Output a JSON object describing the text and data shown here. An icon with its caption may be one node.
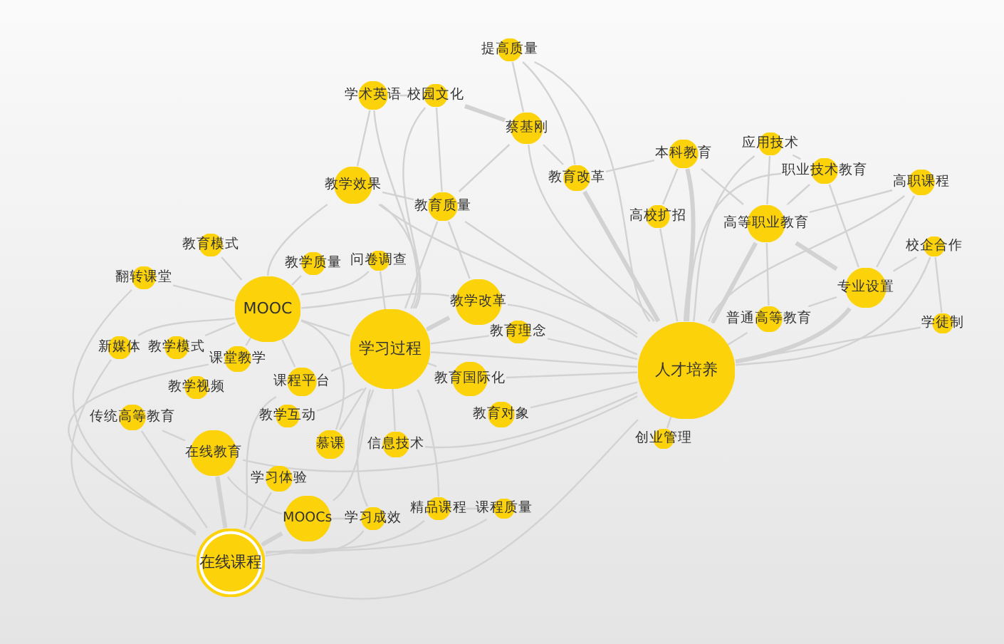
{
  "diagram": {
    "nodes": [
      {
        "text": [
          "提高质量"
        ]
      },
      {
        "text": [
          "学术英语"
        ]
      },
      {
        "text": [
          "校园文化"
        ]
      },
      {
        "text": [
          "蔡基刚"
        ]
      },
      {
        "text": [
          "教学效果"
        ]
      },
      {
        "text": [
          "教育质量"
        ]
      },
      {
        "text": [
          "教育改革"
        ]
      },
      {
        "text": [
          "本科教育"
        ]
      },
      {
        "text": [
          "应用技术"
        ]
      },
      {
        "text": [
          "职业技术教育"
        ]
      },
      {
        "text": [
          "高职课程"
        ]
      },
      {
        "text": [
          "高校扩招"
        ]
      },
      {
        "text": [
          "高等职业教育"
        ]
      },
      {
        "text": [
          "校企合作"
        ]
      },
      {
        "text": [
          "教育模式"
        ]
      },
      {
        "text": [
          "翻转课堂"
        ]
      },
      {
        "text": [
          "教学质量"
        ]
      },
      {
        "text": [
          "问卷调查"
        ]
      },
      {
        "text": [
          "MOOC"
        ]
      },
      {
        "text": [
          "教学改革"
        ]
      },
      {
        "text": [
          "专业设置"
        ]
      },
      {
        "text": [
          "学徒制"
        ]
      },
      {
        "text": [
          "新媒体"
        ]
      },
      {
        "text": [
          "教学模式"
        ]
      },
      {
        "text": [
          "课堂教学"
        ]
      },
      {
        "text": [
          "学习过程"
        ]
      },
      {
        "text": [
          "教育理念"
        ]
      },
      {
        "text": [
          "普通高等教育"
        ]
      },
      {
        "text": [
          "人才培养"
        ]
      },
      {
        "text": [
          "教学视频"
        ]
      },
      {
        "text": [
          "课程平台"
        ]
      },
      {
        "text": [
          "教育国际化"
        ]
      },
      {
        "text": [
          "教育对象"
        ]
      },
      {
        "text": [
          "传统高等教育"
        ]
      },
      {
        "text": [
          "教学互动"
        ]
      },
      {
        "text": [
          "创业管理"
        ]
      },
      {
        "text": [
          "在线教育"
        ]
      },
      {
        "text": [
          "慕课"
        ]
      },
      {
        "text": [
          "信息技术"
        ]
      },
      {
        "text": [
          "学习体验"
        ]
      },
      {
        "text": [
          "MOOCs"
        ]
      },
      {
        "text": [
          "学习成效"
        ]
      },
      {
        "text": [
          "精品课程"
        ]
      },
      {
        "text": [
          "课程质量"
        ]
      },
      {
        "text": [
          "在线课程"
        ]
      }
    ],
    "edges": [
      {
        "from": 28,
        "to": 6,
        "arrow": "none",
        "style": "thick"
      },
      {
        "from": 28,
        "to": 7,
        "arrow": "none",
        "style": "thick"
      },
      {
        "from": 28,
        "to": 11,
        "arrow": "none"
      },
      {
        "from": 28,
        "to": 12,
        "arrow": "none",
        "style": "thick"
      },
      {
        "from": 28,
        "to": 27,
        "arrow": "none"
      },
      {
        "from": 28,
        "to": 20,
        "arrow": "none",
        "style": "thick"
      },
      {
        "from": 28,
        "to": 8,
        "arrow": "none"
      },
      {
        "from": 28,
        "to": 9,
        "arrow": "none"
      },
      {
        "from": 28,
        "to": 13,
        "arrow": "none"
      },
      {
        "from": 28,
        "to": 21,
        "arrow": "none"
      },
      {
        "from": 28,
        "to": 10,
        "arrow": "none"
      },
      {
        "from": 28,
        "to": 19,
        "arrow": "none"
      },
      {
        "from": 28,
        "to": 25,
        "arrow": "none"
      },
      {
        "from": 28,
        "to": 31,
        "arrow": "none"
      },
      {
        "from": 28,
        "to": 32,
        "arrow": "none"
      },
      {
        "from": 28,
        "to": 35,
        "arrow": "none"
      },
      {
        "from": 28,
        "to": 0,
        "arrow": "none"
      },
      {
        "from": 28,
        "to": 3,
        "arrow": "none"
      },
      {
        "from": 28,
        "to": 4,
        "arrow": "none"
      },
      {
        "from": 28,
        "to": 5,
        "arrow": "none"
      },
      {
        "from": 28,
        "to": 36,
        "arrow": "none"
      },
      {
        "from": 28,
        "to": 44,
        "arrow": "none"
      },
      {
        "from": 28,
        "to": 26,
        "arrow": "none"
      },
      {
        "from": 28,
        "to": 38,
        "arrow": "none"
      },
      {
        "from": 44,
        "to": 36,
        "arrow": "none",
        "style": "thick"
      },
      {
        "from": 44,
        "to": 40,
        "arrow": "none",
        "style": "thick"
      },
      {
        "from": 44,
        "to": 33,
        "arrow": "none"
      },
      {
        "from": 44,
        "to": 15,
        "arrow": "none"
      },
      {
        "from": 44,
        "to": 22,
        "arrow": "none"
      },
      {
        "from": 44,
        "to": 24,
        "arrow": "none"
      },
      {
        "from": 44,
        "to": 30,
        "arrow": "none"
      },
      {
        "from": 44,
        "to": 39,
        "arrow": "none"
      },
      {
        "from": 44,
        "to": 41,
        "arrow": "none"
      },
      {
        "from": 44,
        "to": 42,
        "arrow": "none"
      },
      {
        "from": 44,
        "to": 43,
        "arrow": "none"
      },
      {
        "from": 18,
        "to": 25,
        "arrow": "none"
      },
      {
        "from": 18,
        "to": 14,
        "arrow": "none"
      },
      {
        "from": 18,
        "to": 15,
        "arrow": "none"
      },
      {
        "from": 18,
        "to": 16,
        "arrow": "none"
      },
      {
        "from": 18,
        "to": 17,
        "arrow": "none"
      },
      {
        "from": 18,
        "to": 24,
        "arrow": "none"
      },
      {
        "from": 18,
        "to": 30,
        "arrow": "none"
      },
      {
        "from": 18,
        "to": 37,
        "arrow": "none"
      },
      {
        "from": 18,
        "to": 4,
        "arrow": "none"
      },
      {
        "from": 18,
        "to": 22,
        "arrow": "none"
      },
      {
        "from": 18,
        "to": 23,
        "arrow": "none"
      },
      {
        "from": 18,
        "to": 19,
        "arrow": "none"
      },
      {
        "from": 25,
        "to": 19,
        "arrow": "none",
        "style": "thick"
      },
      {
        "from": 25,
        "to": 31,
        "arrow": "none"
      },
      {
        "from": 25,
        "to": 4,
        "arrow": "none"
      },
      {
        "from": 25,
        "to": 5,
        "arrow": "none"
      },
      {
        "from": 25,
        "to": 17,
        "arrow": "none"
      },
      {
        "from": 25,
        "to": 37,
        "arrow": "none"
      },
      {
        "from": 25,
        "to": 38,
        "arrow": "none"
      },
      {
        "from": 25,
        "to": 40,
        "arrow": "none"
      },
      {
        "from": 25,
        "to": 41,
        "arrow": "none"
      },
      {
        "from": 25,
        "to": 42,
        "arrow": "none"
      },
      {
        "from": 25,
        "to": 26,
        "arrow": "none"
      },
      {
        "from": 25,
        "to": 1,
        "arrow": "none"
      },
      {
        "from": 25,
        "to": 2,
        "arrow": "none"
      },
      {
        "from": 25,
        "to": 30,
        "arrow": "none"
      },
      {
        "from": 25,
        "to": 34,
        "arrow": "none"
      },
      {
        "from": 1,
        "to": 2,
        "arrow": "none"
      },
      {
        "from": 0,
        "to": 3,
        "arrow": "none"
      },
      {
        "from": 0,
        "to": 6,
        "arrow": "none"
      },
      {
        "from": 2,
        "to": 3,
        "arrow": "none",
        "style": "thick"
      },
      {
        "from": 3,
        "to": 6,
        "arrow": "none"
      },
      {
        "from": 1,
        "to": 4,
        "arrow": "none"
      },
      {
        "from": 2,
        "to": 5,
        "arrow": "none"
      },
      {
        "from": 4,
        "to": 5,
        "arrow": "none"
      },
      {
        "from": 5,
        "to": 19,
        "arrow": "none"
      },
      {
        "from": 3,
        "to": 5,
        "arrow": "none"
      },
      {
        "from": 6,
        "to": 7,
        "arrow": "none"
      },
      {
        "from": 7,
        "to": 12,
        "arrow": "none"
      },
      {
        "from": 7,
        "to": 11,
        "arrow": "none"
      },
      {
        "from": 8,
        "to": 12,
        "arrow": "none"
      },
      {
        "from": 8,
        "to": 9,
        "arrow": "none"
      },
      {
        "from": 9,
        "to": 12,
        "arrow": "none"
      },
      {
        "from": 9,
        "to": 20,
        "arrow": "none"
      },
      {
        "from": 10,
        "to": 20,
        "arrow": "none"
      },
      {
        "from": 10,
        "to": 12,
        "arrow": "none"
      },
      {
        "from": 12,
        "to": 20,
        "arrow": "none",
        "style": "thick"
      },
      {
        "from": 12,
        "to": 27,
        "arrow": "none"
      },
      {
        "from": 13,
        "to": 20,
        "arrow": "none"
      },
      {
        "from": 13,
        "to": 21,
        "arrow": "none"
      },
      {
        "from": 20,
        "to": 27,
        "arrow": "none"
      },
      {
        "from": 36,
        "to": 40,
        "arrow": "none"
      },
      {
        "from": 36,
        "to": 33,
        "arrow": "none"
      },
      {
        "from": 40,
        "to": 41,
        "arrow": "none"
      },
      {
        "from": 42,
        "to": 43,
        "arrow": "none"
      }
    ]
  }
}
